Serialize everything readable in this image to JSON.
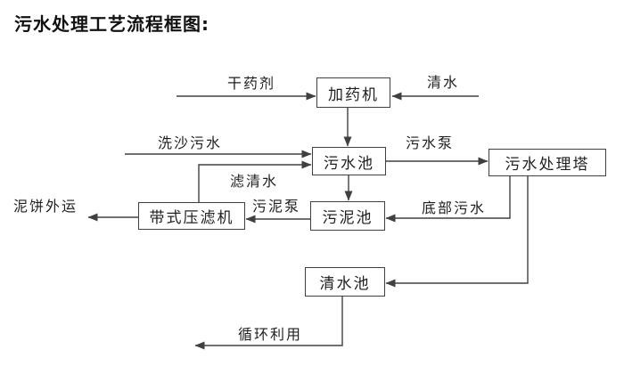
{
  "title": "污水处理工艺流程框图:",
  "nodes": {
    "dosing_machine": "加药机",
    "sewage_pool": "污水池",
    "treatment_tower": "污水处理塔",
    "sludge_pool": "污泥池",
    "belt_filter_press": "带式压滤机",
    "clean_water_pool": "清水池"
  },
  "flow_labels": {
    "dry_agent": "干药剂",
    "clean_water": "清水",
    "sand_washing_sewage": "洗沙污水",
    "sewage_pump": "污水泵",
    "filtered_water": "滤清水",
    "sludge_pump": "污泥泵",
    "bottom_sewage": "底部污水",
    "mud_cake_out": "泥饼外运",
    "recycle_use": "循环利用"
  },
  "edges": [
    {
      "from": "dry_agent_input",
      "to": "dosing_machine",
      "label": "干药剂"
    },
    {
      "from": "clean_water_input",
      "to": "dosing_machine",
      "label": "清水"
    },
    {
      "from": "dosing_machine",
      "to": "sewage_pool",
      "label": ""
    },
    {
      "from": "sand_washing_sewage_input",
      "to": "sewage_pool",
      "label": "洗沙污水"
    },
    {
      "from": "belt_filter_press",
      "to": "sewage_pool",
      "label": "滤清水"
    },
    {
      "from": "sewage_pool",
      "to": "treatment_tower",
      "label": "污水泵"
    },
    {
      "from": "sewage_pool",
      "to": "sludge_pool",
      "label": ""
    },
    {
      "from": "treatment_tower",
      "to": "sludge_pool",
      "label": "底部污水"
    },
    {
      "from": "sludge_pool",
      "to": "belt_filter_press",
      "label": "污泥泵"
    },
    {
      "from": "belt_filter_press",
      "to": "mud_cake_out",
      "label": "泥饼外运"
    },
    {
      "from": "treatment_tower",
      "to": "clean_water_pool",
      "label": ""
    },
    {
      "from": "clean_water_pool",
      "to": "recycle_use",
      "label": "循环利用"
    }
  ],
  "colors": {
    "line": "#404040",
    "text": "#1f1f1f",
    "background": "#ffffff"
  }
}
